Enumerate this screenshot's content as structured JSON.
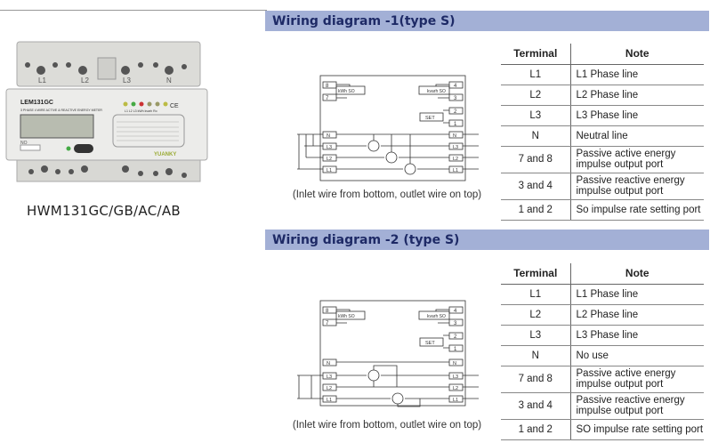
{
  "left": {
    "model_label": "HWM131GC/GB/AC/AB",
    "meter": {
      "name": "LEM131GC",
      "subtitle": "3 PHASE 4 WIRE ACTIVE & REACTIVE ENERGY METER",
      "brand": "YUANKY",
      "top_terminals": [
        "L1",
        "L2",
        "L3",
        "N"
      ],
      "led_labels": "L1 L2 L3 kWh kvarh Ro",
      "ce": "CE",
      "no_label": "NO"
    }
  },
  "section1": {
    "title": "Wiring diagram -1(type S)",
    "caption": "(Inlet wire from bottom, outlet wire on top)",
    "diagram": {
      "pulse_left": "kWh SO",
      "pulse_right": "kvarh SO",
      "set": "SET",
      "terminals_left": [
        "8",
        "7"
      ],
      "terminals_right": [
        "4",
        "3",
        "2",
        "1"
      ],
      "lines": [
        "N",
        "L3",
        "L2",
        "L1"
      ]
    },
    "table": {
      "headers": [
        "Terminal",
        "Note"
      ],
      "rows": [
        [
          "L1",
          "L1 Phase line"
        ],
        [
          "L2",
          "L2 Phase line"
        ],
        [
          "L3",
          "L3 Phase line"
        ],
        [
          "N",
          "Neutral line"
        ],
        [
          "7 and 8",
          "Passive active energy impulse output port"
        ],
        [
          "3 and 4",
          "Passive reactive  energy impulse output port"
        ],
        [
          "1 and 2",
          "So impulse rate setting port"
        ]
      ]
    }
  },
  "section2": {
    "title": "Wiring diagram -2 (type S)",
    "caption": "(Inlet wire from bottom, outlet wire on top)",
    "diagram": {
      "pulse_left": "kWh SO",
      "pulse_right": "kvarh SO",
      "set": "SET",
      "terminals_left": [
        "8",
        "7"
      ],
      "terminals_right": [
        "4",
        "3",
        "2",
        "1"
      ],
      "lines": [
        "N",
        "L3",
        "L2",
        "L1"
      ]
    },
    "table": {
      "headers": [
        "Terminal",
        "Note"
      ],
      "rows": [
        [
          "L1",
          "L1 Phase line"
        ],
        [
          "L2",
          "L2 Phase line"
        ],
        [
          "L3",
          "L3 Phase line"
        ],
        [
          "N",
          "No use"
        ],
        [
          "7 and 8",
          "Passive active energy impulse output port"
        ],
        [
          "3 and 4",
          "Passive reactive energy impulse output port"
        ],
        [
          "1 and 2",
          "SO impulse rate setting port"
        ]
      ]
    }
  },
  "colors": {
    "header_bg": "#a3b0d6",
    "header_text": "#1e2a66"
  }
}
